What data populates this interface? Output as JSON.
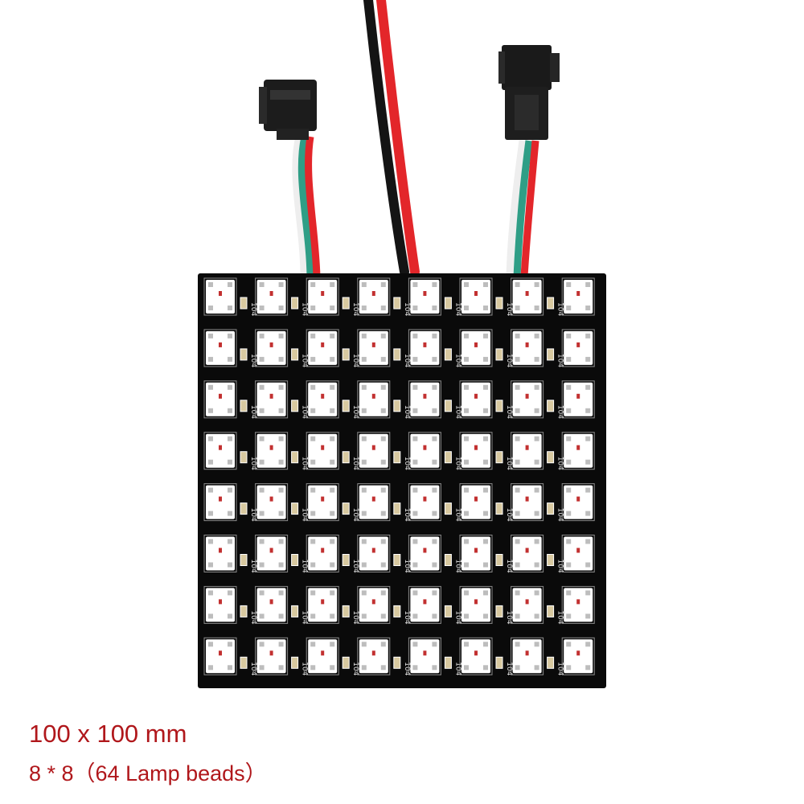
{
  "captions": {
    "dimensions": "100 x 100 mm",
    "bead_count": "8 * 8（64 Lamp beads）"
  },
  "panel": {
    "rows": 8,
    "cols": 8,
    "resistor_marking": "104",
    "board_color": "#0a0a0a",
    "led_color": "#ffffff"
  },
  "wires": {
    "red": "#e3262a",
    "green": "#2f9e86",
    "black": "#141414",
    "white": "#eeeeee"
  },
  "colors": {
    "caption": "#b0171b"
  },
  "icons": [
    "connector-left-icon",
    "connector-right-icon",
    "power-cable-icon"
  ]
}
